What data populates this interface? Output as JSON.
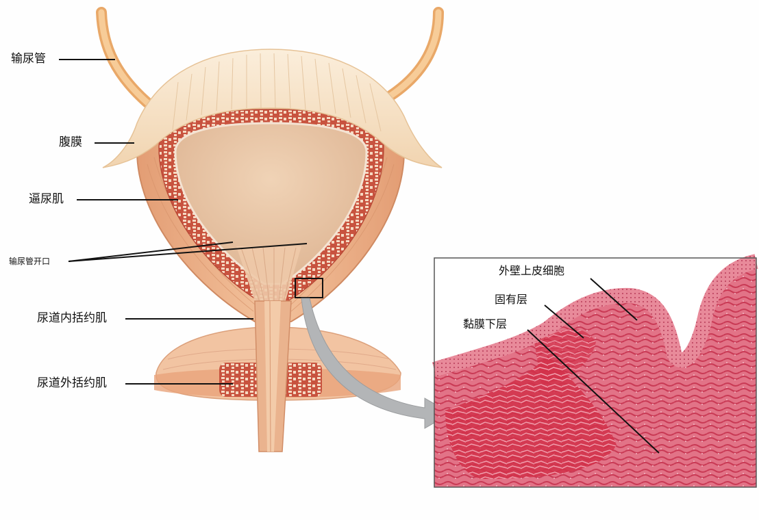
{
  "labels": {
    "ureter": "输尿管",
    "peritoneum": "腹膜",
    "detrusor": "逼尿肌",
    "ureteral_orifice": "输尿管开口",
    "internal_sphincter": "尿道内括约肌",
    "external_sphincter": "尿道外括约肌"
  },
  "inset_labels": {
    "urothelium": "外壁上皮细胞",
    "lamina_propria": "固有层",
    "submucosa": "黏膜下层"
  },
  "colors": {
    "ureter": "#f0b87a",
    "peritoneum": "#f8e2c4",
    "muscle": "#eeb48e",
    "muscle_dark": "#dc8f68",
    "wall_red": "#cc5a47",
    "lumen": "#e6c3a2",
    "tissue_pink": "#e07a8e",
    "tissue_red": "#d8324e",
    "arrow": "#a9abad"
  }
}
